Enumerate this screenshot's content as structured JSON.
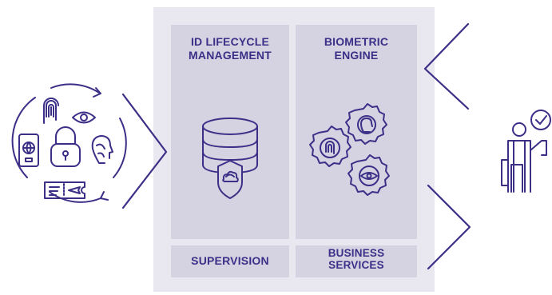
{
  "blocks": {
    "id_lifecycle": {
      "line1": "ID LIFECYCLE",
      "line2": "MANAGEMENT"
    },
    "biometric_engine": {
      "line1": "BIOMETRIC",
      "line2": "ENGINE"
    },
    "supervision": {
      "label": "SUPERVISION"
    },
    "business_services": {
      "line1": "BUSINESS",
      "line2": "SERVICES"
    }
  },
  "colors": {
    "accent": "#3b2f87",
    "frame_bg": "#e9e7f0",
    "panel_bg": "#d5d3e2"
  },
  "icons": [
    "fingerprint-icon",
    "eye-icon",
    "passport-icon",
    "padlock-icon",
    "face-profile-icon",
    "boarding-pass-icon",
    "database-icon",
    "cloud-shield-icon",
    "gear-fingerprint-icon",
    "gear-face-icon",
    "gear-eye-icon",
    "verified-person-icon"
  ]
}
